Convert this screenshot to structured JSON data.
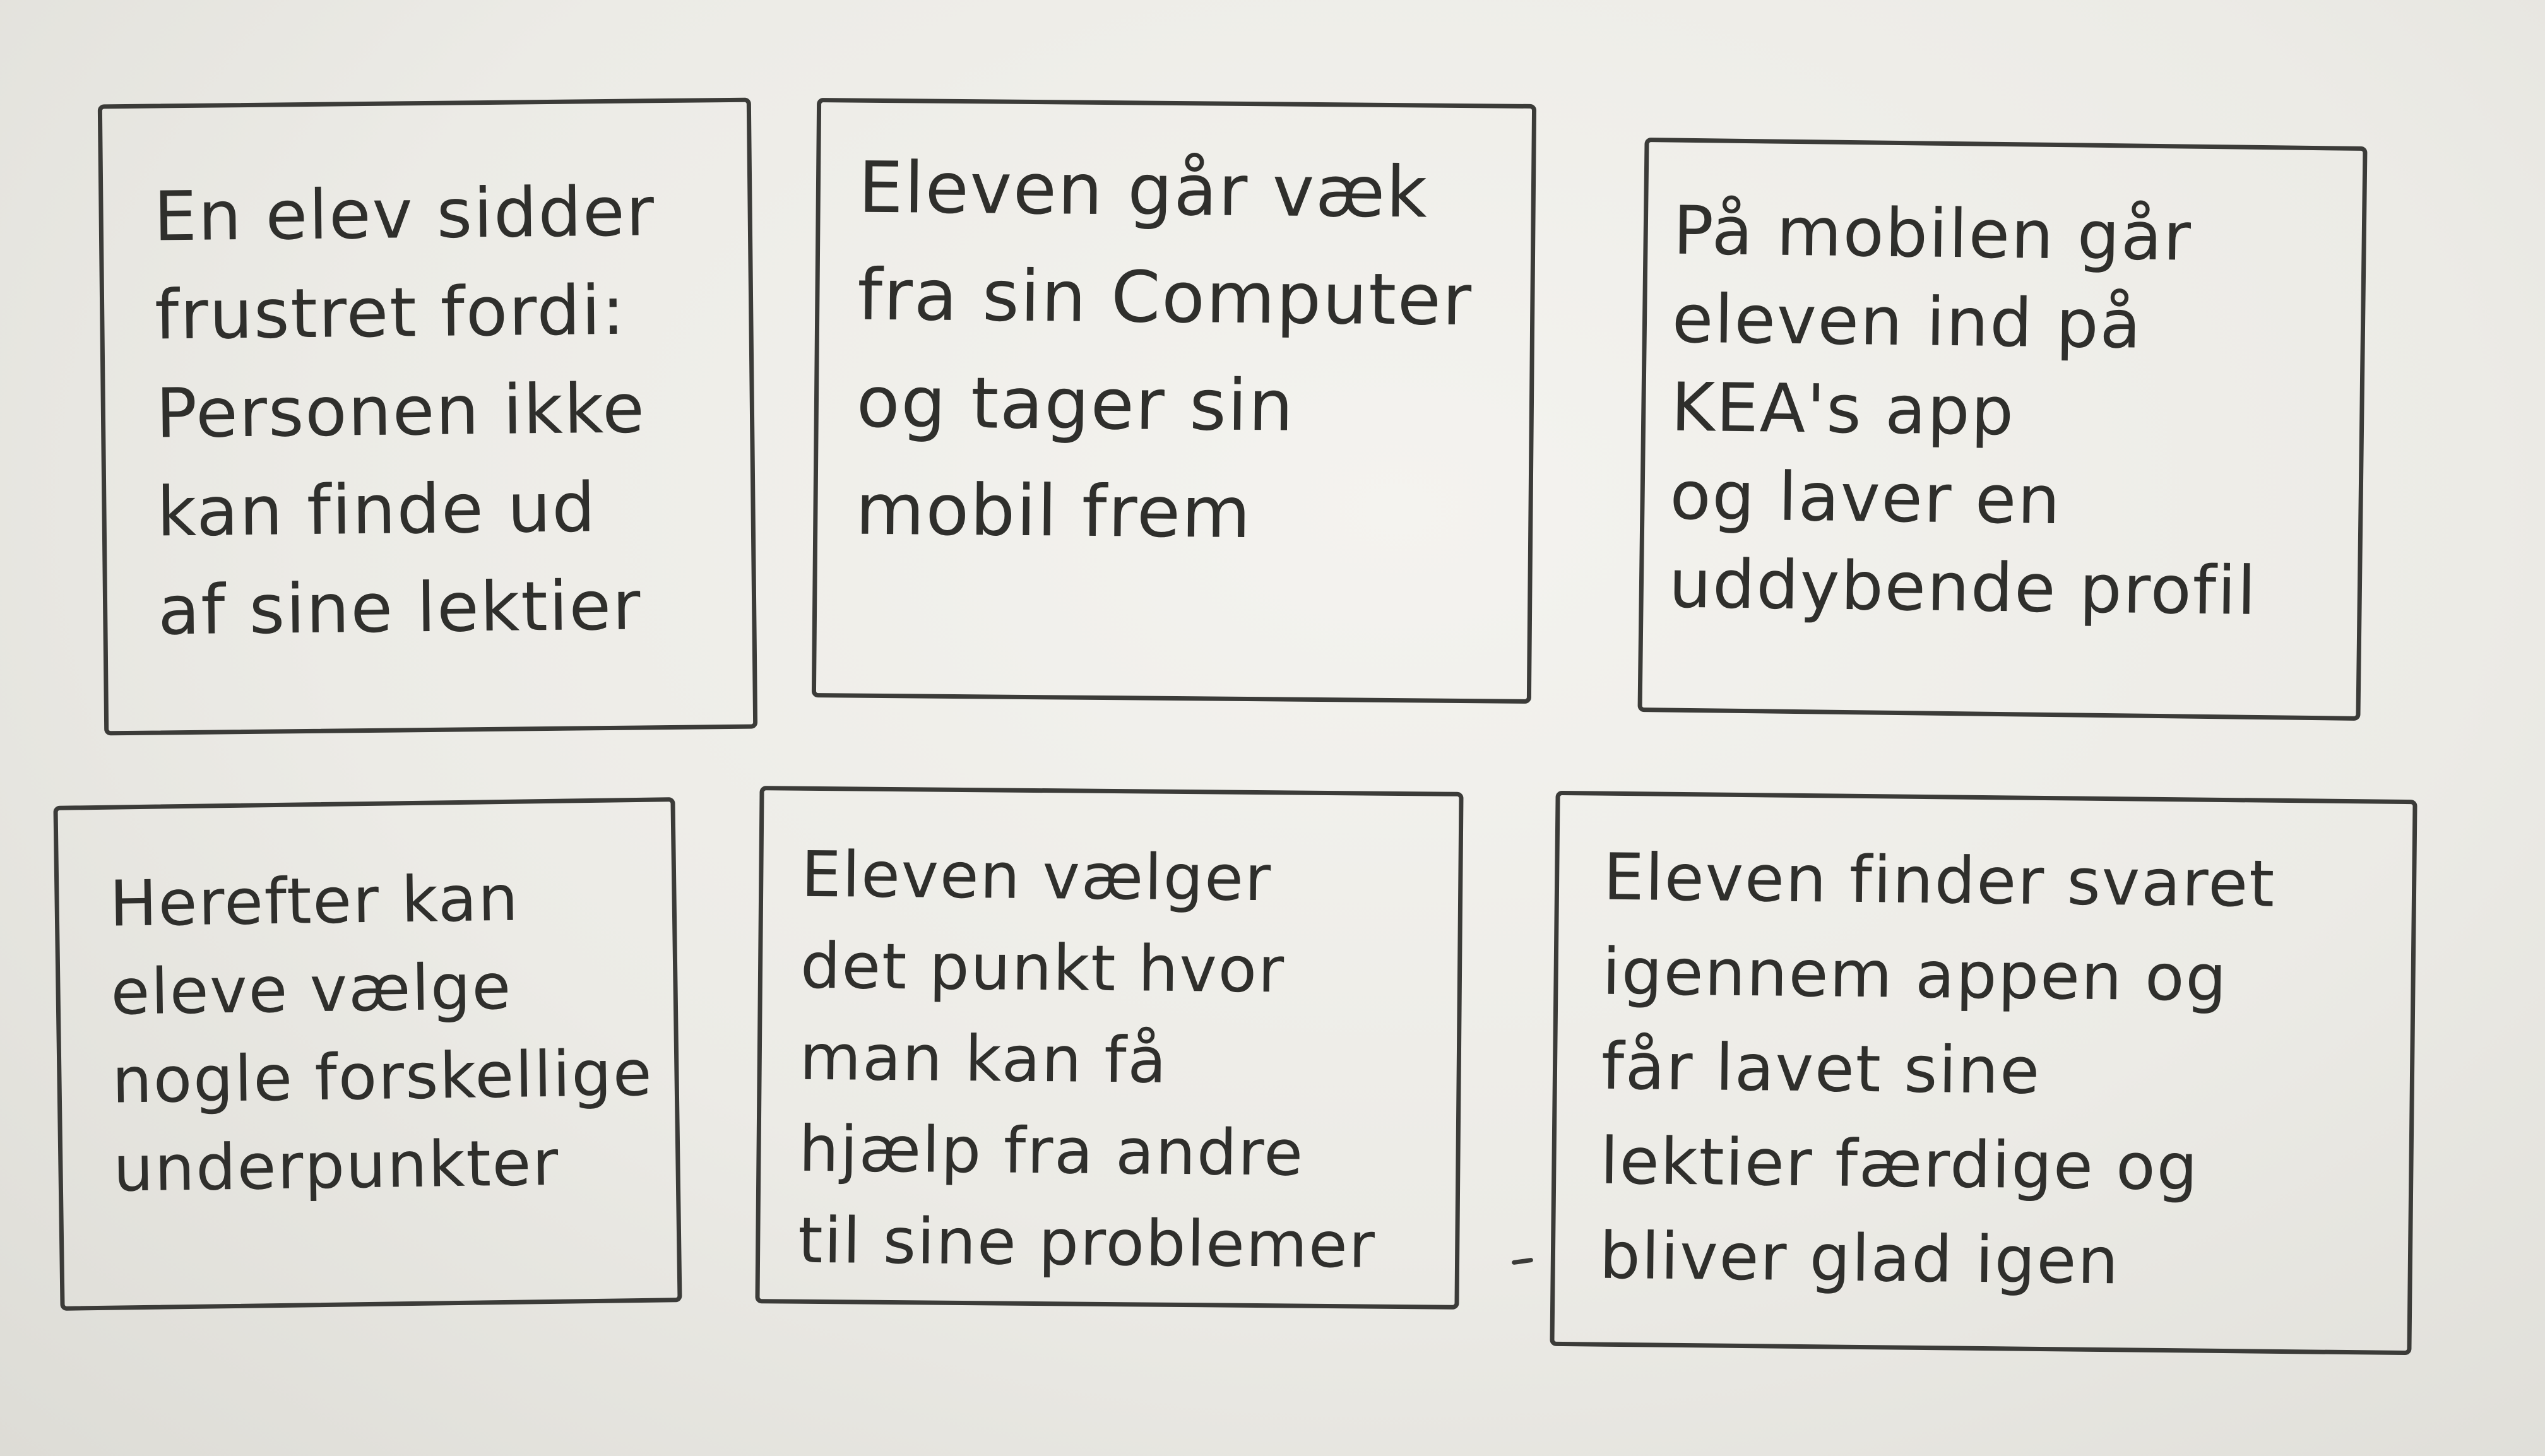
{
  "storyboard": {
    "frames": [
      {
        "lines": [
          "En elev sidder",
          "frustret fordi:",
          "Personen ikke",
          "kan finde ud",
          "af sine lektier"
        ]
      },
      {
        "lines": [
          "Eleven går væk",
          "fra sin Computer",
          "og tager sin",
          "mobil frem"
        ]
      },
      {
        "lines": [
          "På mobilen går",
          "eleven ind på",
          "KEA's app",
          "og laver en",
          "uddybende profil"
        ]
      },
      {
        "lines": [
          "Herefter kan",
          "eleve vælge",
          "nogle forskellige",
          "underpunkter"
        ]
      },
      {
        "lines": [
          "Eleven vælger",
          "det punkt hvor",
          "man kan få",
          "hjælp fra andre",
          "til sine problemer"
        ]
      },
      {
        "lines": [
          "Eleven finder svaret",
          "igennem appen og",
          "får lavet sine",
          "lektier færdige og",
          "bliver glad igen"
        ]
      }
    ]
  }
}
